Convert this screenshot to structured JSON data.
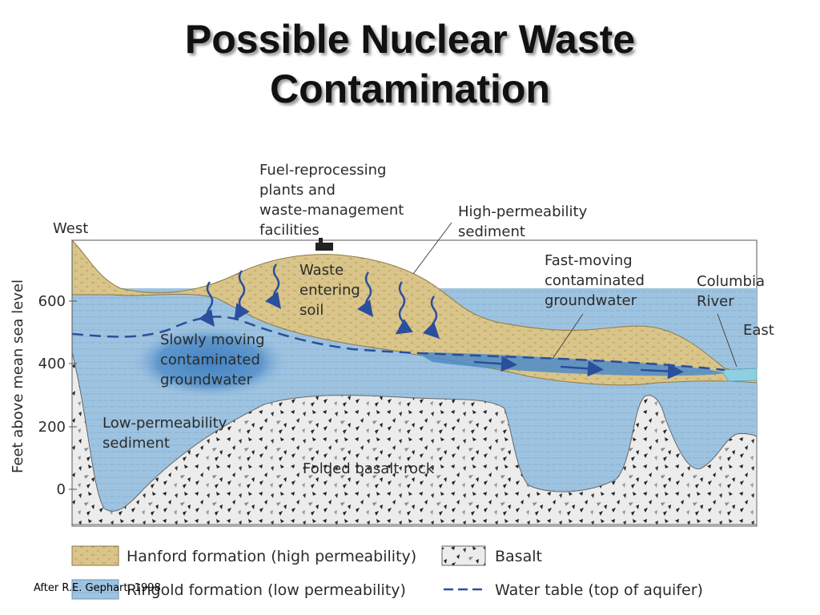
{
  "slide": {
    "title_line1": "Possible Nuclear Waste",
    "title_line2": "Contamination",
    "credit": "After R.E. Gephart, 1998"
  },
  "diagram": {
    "y_axis_label": "Feet above mean sea level",
    "y_ticks": [
      "600",
      "400",
      "200",
      "0"
    ],
    "labels": {
      "west": "West",
      "east": "East",
      "facilities": [
        "Fuel-reprocessing",
        "plants and",
        "waste-management",
        "facilities"
      ],
      "high_perm": [
        "High-permeability",
        "sediment"
      ],
      "waste_soil": [
        "Waste",
        "entering",
        "soil"
      ],
      "fast_moving": [
        "Fast-moving",
        "contaminated",
        "groundwater"
      ],
      "columbia": [
        "Columbia",
        "River"
      ],
      "slowly_moving": [
        "Slowly moving",
        "contaminated",
        "groundwater"
      ],
      "low_perm": [
        "Low-permeability",
        "sediment"
      ],
      "basalt_rock": "Folded basalt rock"
    },
    "colors": {
      "hanford": "#d9c48a",
      "ringold": "#9ec3e0",
      "basalt": "#ececec",
      "water_table": "#2a4f9c",
      "contamination": "#3f7fc0"
    }
  },
  "legend": {
    "hanford": "Hanford formation (high permeability)",
    "ringold": "Ringold formation (low permeability)",
    "basalt": "Basalt",
    "water_table": "Water table (top of aquifer)"
  }
}
